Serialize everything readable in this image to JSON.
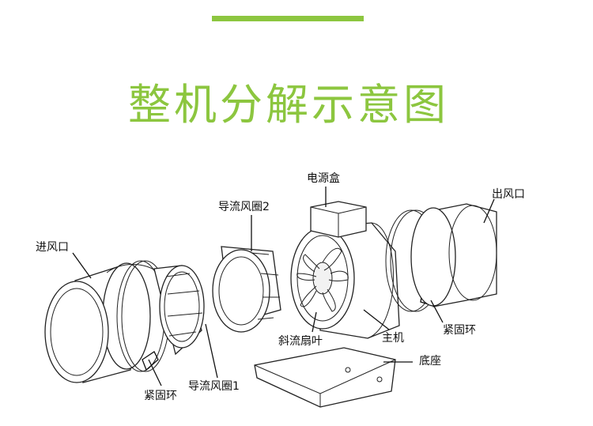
{
  "header": {
    "accent_color": "#8cc63f",
    "title": "整机分解示意图"
  },
  "diagram": {
    "labels": {
      "power_box": "电源盒",
      "air_outlet": "出风口",
      "guide_ring_2": "导流风圈2",
      "air_inlet": "进风口",
      "clamp_ring_right": "紧固环",
      "mixed_flow_blade": "斜流扇叶",
      "main_unit": "主机",
      "base": "底座",
      "guide_ring_1": "导流风圈1",
      "clamp_ring_left": "紧固环"
    }
  }
}
